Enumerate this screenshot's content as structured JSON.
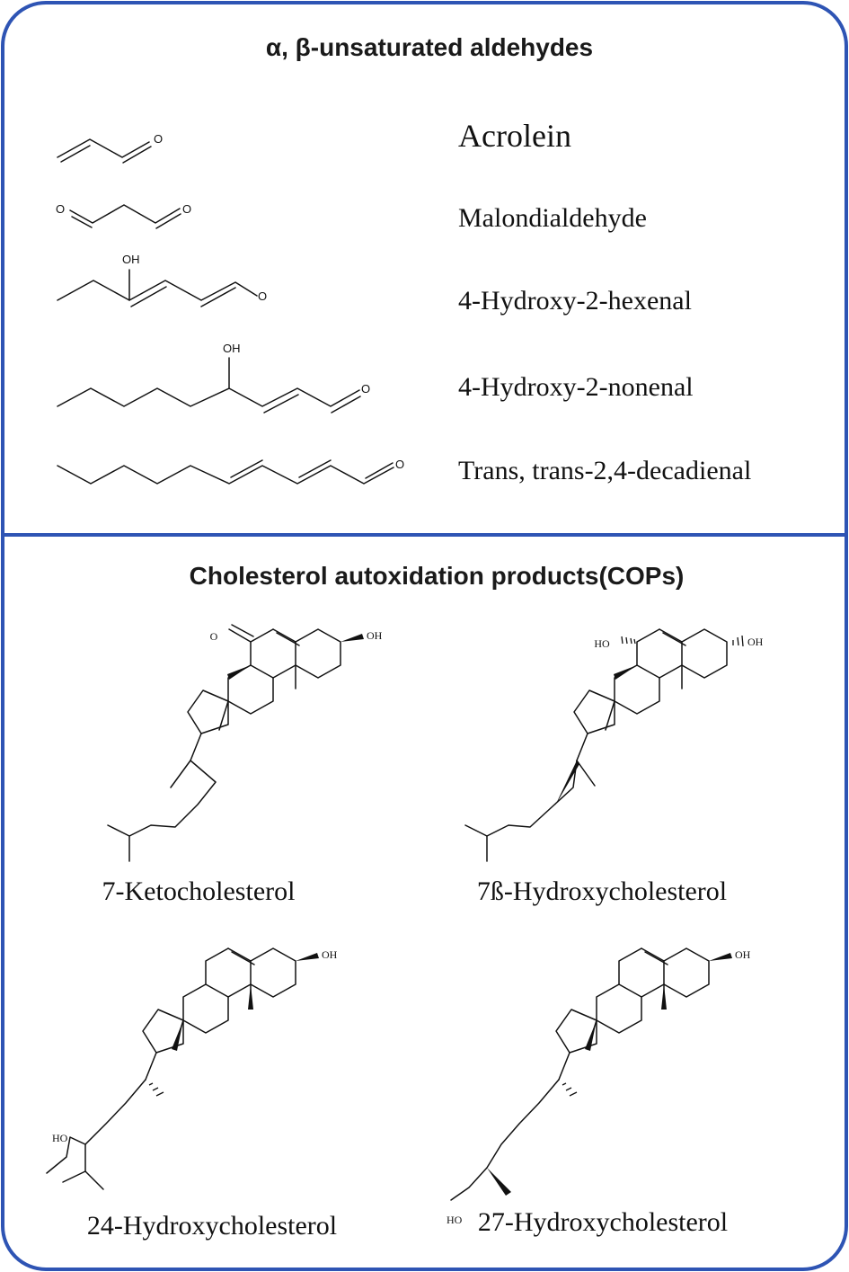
{
  "colors": {
    "frame": "#2e54b4",
    "text": "#111111"
  },
  "sections": {
    "aldehydes": {
      "title": "α, β-unsaturated aldehydes",
      "compounds": [
        {
          "name": "Acrolein",
          "atoms": [
            "O"
          ]
        },
        {
          "name": "Malondialdehyde",
          "atoms": [
            "O",
            "O"
          ]
        },
        {
          "name": "4-Hydroxy-2-hexenal",
          "atoms": [
            "OH",
            "O"
          ]
        },
        {
          "name": "4-Hydroxy-2-nonenal",
          "atoms": [
            "OH",
            "O"
          ]
        },
        {
          "name": "Trans, trans-2,4-decadienal",
          "atoms": [
            "O"
          ]
        }
      ]
    },
    "cops": {
      "title": "Cholesterol autoxidation products(COPs)",
      "compounds": [
        {
          "name": "7-Ketocholesterol",
          "atoms": [
            "O",
            "OH"
          ]
        },
        {
          "name": "7ß-Hydroxycholesterol",
          "atoms": [
            "HO",
            "OH"
          ]
        },
        {
          "name": "24-Hydroxycholesterol",
          "atoms": [
            "OH",
            "HO"
          ]
        },
        {
          "name": "27-Hydroxycholesterol",
          "atoms": [
            "OH",
            "HO"
          ]
        }
      ]
    }
  }
}
